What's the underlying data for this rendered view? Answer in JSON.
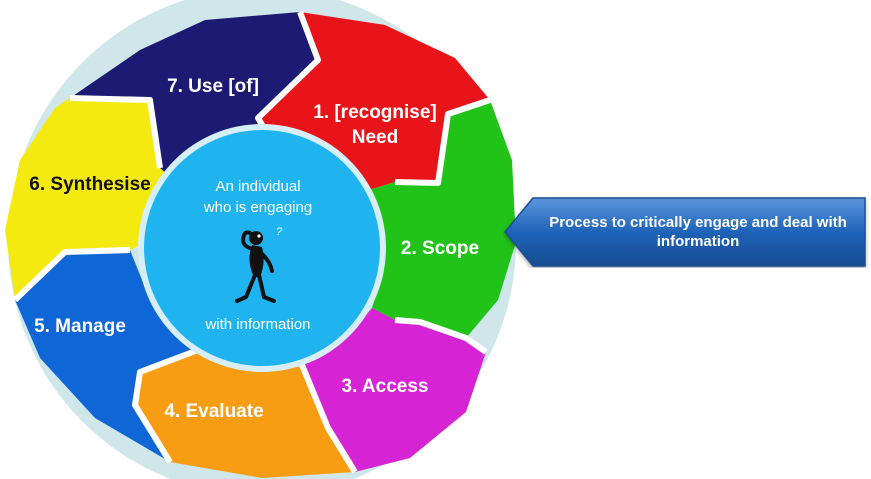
{
  "center": {
    "line1": "An individual",
    "line2": "who is engaging",
    "line3": "with information"
  },
  "segments": [
    {
      "label_line1": "1. [recognise]",
      "label_line2": "Need",
      "color": "#e8141a"
    },
    {
      "label_line1": "2. Scope",
      "label_line2": "",
      "color": "#22c318"
    },
    {
      "label_line1": "3. Access",
      "label_line2": "",
      "color": "#d623d4"
    },
    {
      "label_line1": "4. Evaluate",
      "label_line2": "",
      "color": "#f89c12"
    },
    {
      "label_line1": "5. Manage",
      "label_line2": "",
      "color": "#0f66d6"
    },
    {
      "label_line1": "6. Synthesise",
      "label_line2": "",
      "color": "#f5ea10"
    },
    {
      "label_line1": "7. Use [of]",
      "label_line2": "",
      "color": "#1c1a73"
    }
  ],
  "callout": {
    "text": "Process to critically engage and deal with information",
    "color": "#1f63b8"
  },
  "center_color": "#1fb4ef",
  "figure_icon": "thinking-person-icon"
}
